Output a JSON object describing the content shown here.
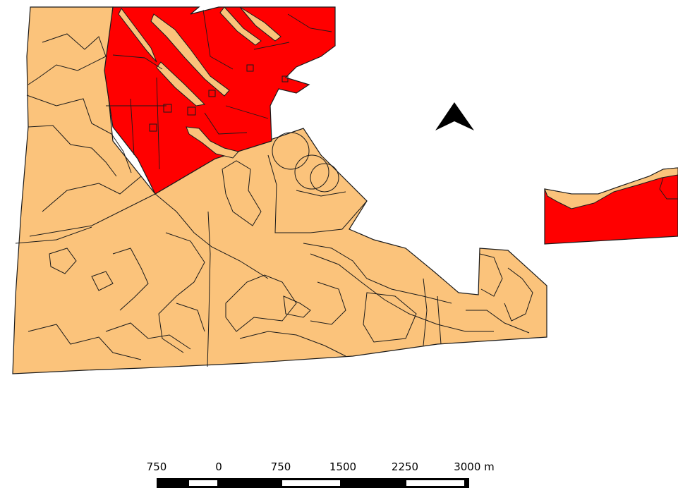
{
  "map": {
    "colors": {
      "background": "#ffffff",
      "land_primary": "#fbc37b",
      "land_highlight": "#ff0000",
      "boundary": "#1a1a1a"
    },
    "north_arrow": {
      "icon": "north-arrow-icon"
    },
    "scale_bar": {
      "labels": [
        "750",
        "0",
        "750",
        "1500",
        "2250",
        "3000 m"
      ]
    }
  }
}
